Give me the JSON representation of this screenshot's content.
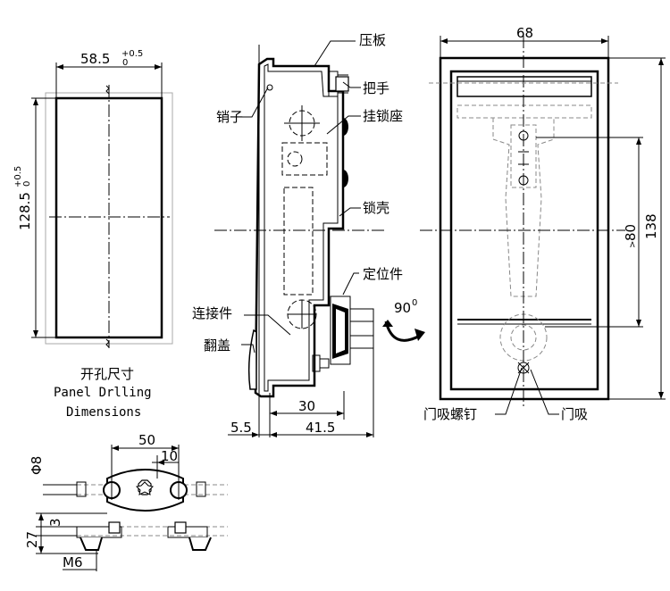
{
  "panel_cutout": {
    "width_label": "58.5",
    "width_tol": "+0.5",
    "width_tol_low": "0",
    "height_label": "128.5",
    "height_tol": "+0.5",
    "height_tol_low": "0",
    "caption_cn": "开孔尺寸",
    "caption_en_1": "Panel Drlling",
    "caption_en_2": "Dimensions"
  },
  "side_view": {
    "labels": {
      "pressure_plate": "压板",
      "handle": "把手",
      "pin": "销子",
      "lock_seat": "挂锁座",
      "lock_shell": "锁壳",
      "positioner": "定位件",
      "connector": "连接件",
      "flip_cover": "翻盖"
    },
    "rotation": "90",
    "rotation_unit": "0",
    "dim_30": "30",
    "dim_5_5": "5.5",
    "dim_41_5": "41.5"
  },
  "front_view": {
    "dim_width": "68",
    "dim_height": "138",
    "dim_80": "80",
    "dim_80_prefix": ">",
    "door_screw": "门吸螺钉",
    "door_stop": "门吸"
  },
  "cam_detail": {
    "dim_50": "50",
    "dim_10": "10",
    "dim_phi8": "Φ8",
    "dim_3": "3",
    "dim_27": "27",
    "dim_m6": "M6"
  }
}
